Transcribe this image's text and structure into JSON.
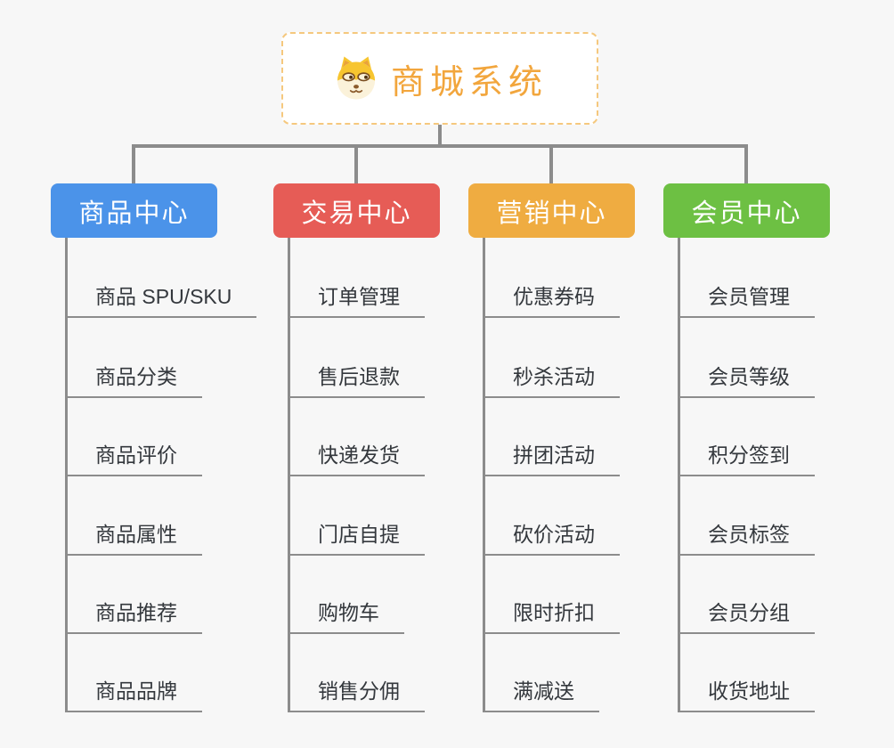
{
  "root": {
    "title": "商城系统",
    "icon": "dog-face-icon",
    "text_color": "#F2A63D",
    "border_color": "#F5C87E"
  },
  "line_color": "#8C8C8C",
  "background_color": "#F7F7F7",
  "branches": [
    {
      "label": "商品中心",
      "color": "#4B93E9",
      "children": [
        "商品 SPU/SKU",
        "商品分类",
        "商品评价",
        "商品属性",
        "商品推荐",
        "商品品牌"
      ]
    },
    {
      "label": "交易中心",
      "color": "#E65C56",
      "children": [
        "订单管理",
        "售后退款",
        "快递发货",
        "门店自提",
        "购物车",
        "销售分佣"
      ]
    },
    {
      "label": "营销中心",
      "color": "#EFAC41",
      "children": [
        "优惠券码",
        "秒杀活动",
        "拼团活动",
        "砍价活动",
        "限时折扣",
        "满减送"
      ]
    },
    {
      "label": "会员中心",
      "color": "#6DC043",
      "children": [
        "会员管理",
        "会员等级",
        "积分签到",
        "会员标签",
        "会员分组",
        "收货地址"
      ]
    }
  ]
}
